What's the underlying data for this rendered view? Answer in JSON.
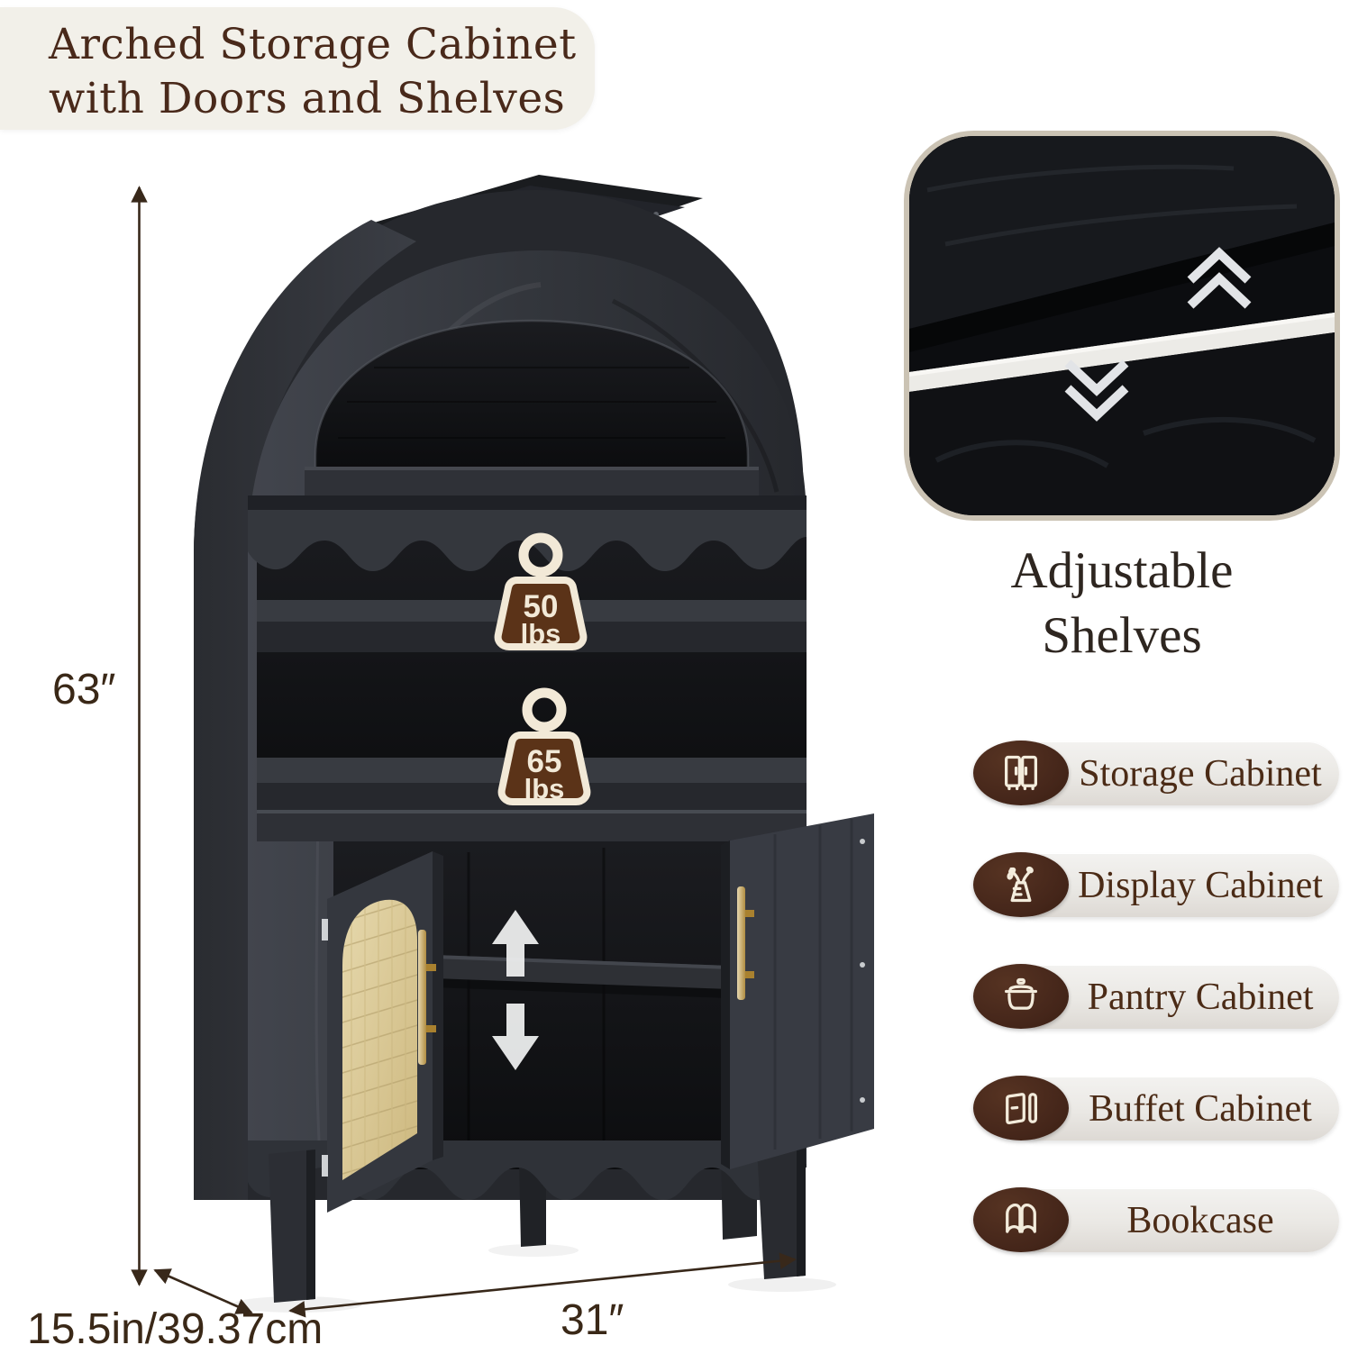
{
  "title": {
    "line1": "Arched Storage Cabinet",
    "line2": "with Doors and Shelves"
  },
  "dimensions": {
    "height": "63″",
    "width": "31″",
    "depth": "15.5in/39.37cm"
  },
  "cabinet": {
    "weight_badges": [
      {
        "value": "50",
        "unit": "lbs"
      },
      {
        "value": "65",
        "unit": "lbs"
      }
    ],
    "adjustability_icons": [
      "up-arrow-icon",
      "down-arrow-icon"
    ]
  },
  "detail_card": {
    "icons": [
      "double-chevron-up-icon",
      "double-chevron-down-icon"
    ],
    "caption_line1": "Adjustable",
    "caption_line2": "Shelves"
  },
  "features": [
    {
      "icon": "wardrobe-icon",
      "label": "Storage Cabinet"
    },
    {
      "icon": "vase-plant-icon",
      "label": "Display Cabinet"
    },
    {
      "icon": "cooking-pot-icon",
      "label": "Pantry Cabinet"
    },
    {
      "icon": "open-door-icon",
      "label": "Buffet Cabinet"
    },
    {
      "icon": "open-book-icon",
      "label": "Bookcase"
    }
  ],
  "colors": {
    "background": "#ffffff",
    "title_text": "#49291a",
    "title_chip_bg": "#f2f0e9",
    "dimension_text": "#3a2817",
    "annotation_arrow": "#38281a",
    "cabinet_wood": "#33363c",
    "cabinet_interior": "#121316",
    "rattan_panel": "#ddcd9e",
    "handle_gold": "#c4a05c",
    "weight_badge_fill": "#5b3318",
    "weight_badge_cream": "#f2e9d7",
    "detail_card_border": "#cbc3b4",
    "feature_badge_bg": "#45261a",
    "feature_pill_bg": "#e9e7e3",
    "feature_icon_stroke": "#f3ecdc"
  }
}
